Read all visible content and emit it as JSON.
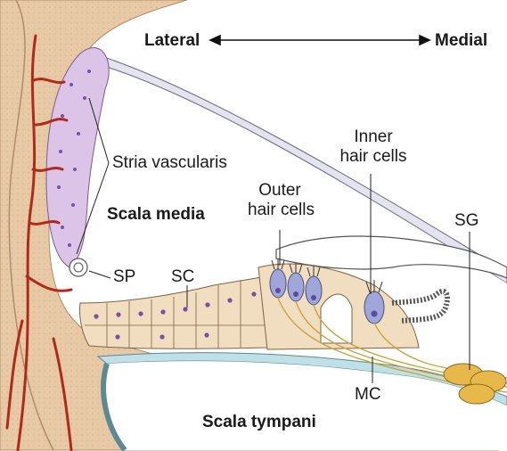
{
  "orientation": {
    "lateral": "Lateral",
    "medial": "Medial"
  },
  "labels": {
    "stria_vascularis": "Stria vascularis",
    "scala_media": "Scala media",
    "outer_hair_cells_line1": "Outer",
    "outer_hair_cells_line2": "hair cells",
    "inner_hair_cells_line1": "Inner",
    "inner_hair_cells_line2": "hair cells",
    "sg": "SG",
    "sp": "SP",
    "sc": "SC",
    "mc": "MC",
    "scala_tympani": "Scala tympani"
  },
  "colors": {
    "bone": "#e8c9a6",
    "vessel": "#b02a1c",
    "stria_cells": "#dcc3e8",
    "nuclei": "#7a4fa8",
    "support_cells": "#f1ddc0",
    "hair_cells": "#9fa6d9",
    "ganglion": "#e7b84a",
    "basilar_membrane": "#bfe0e6",
    "tectorial": "#ffffff",
    "outline": "#333333"
  }
}
